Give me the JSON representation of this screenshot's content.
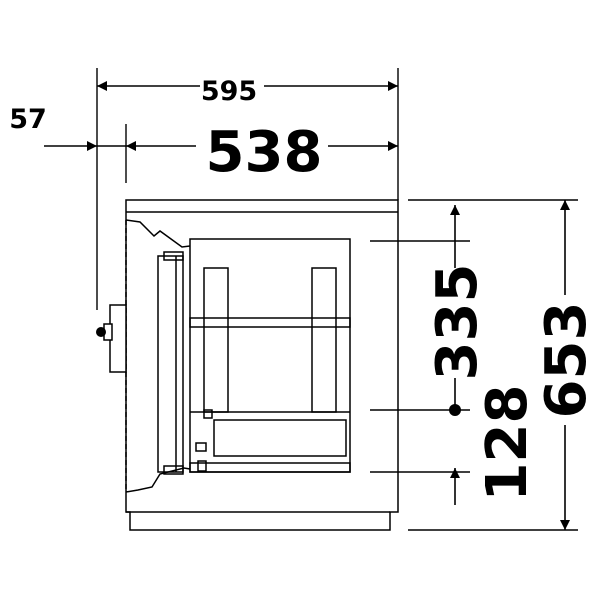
{
  "dimensions": {
    "overall_width": "595",
    "door_offset": "57",
    "body_width": "538",
    "interior_height": "335",
    "lower_height": "128",
    "overall_height": "653"
  }
}
